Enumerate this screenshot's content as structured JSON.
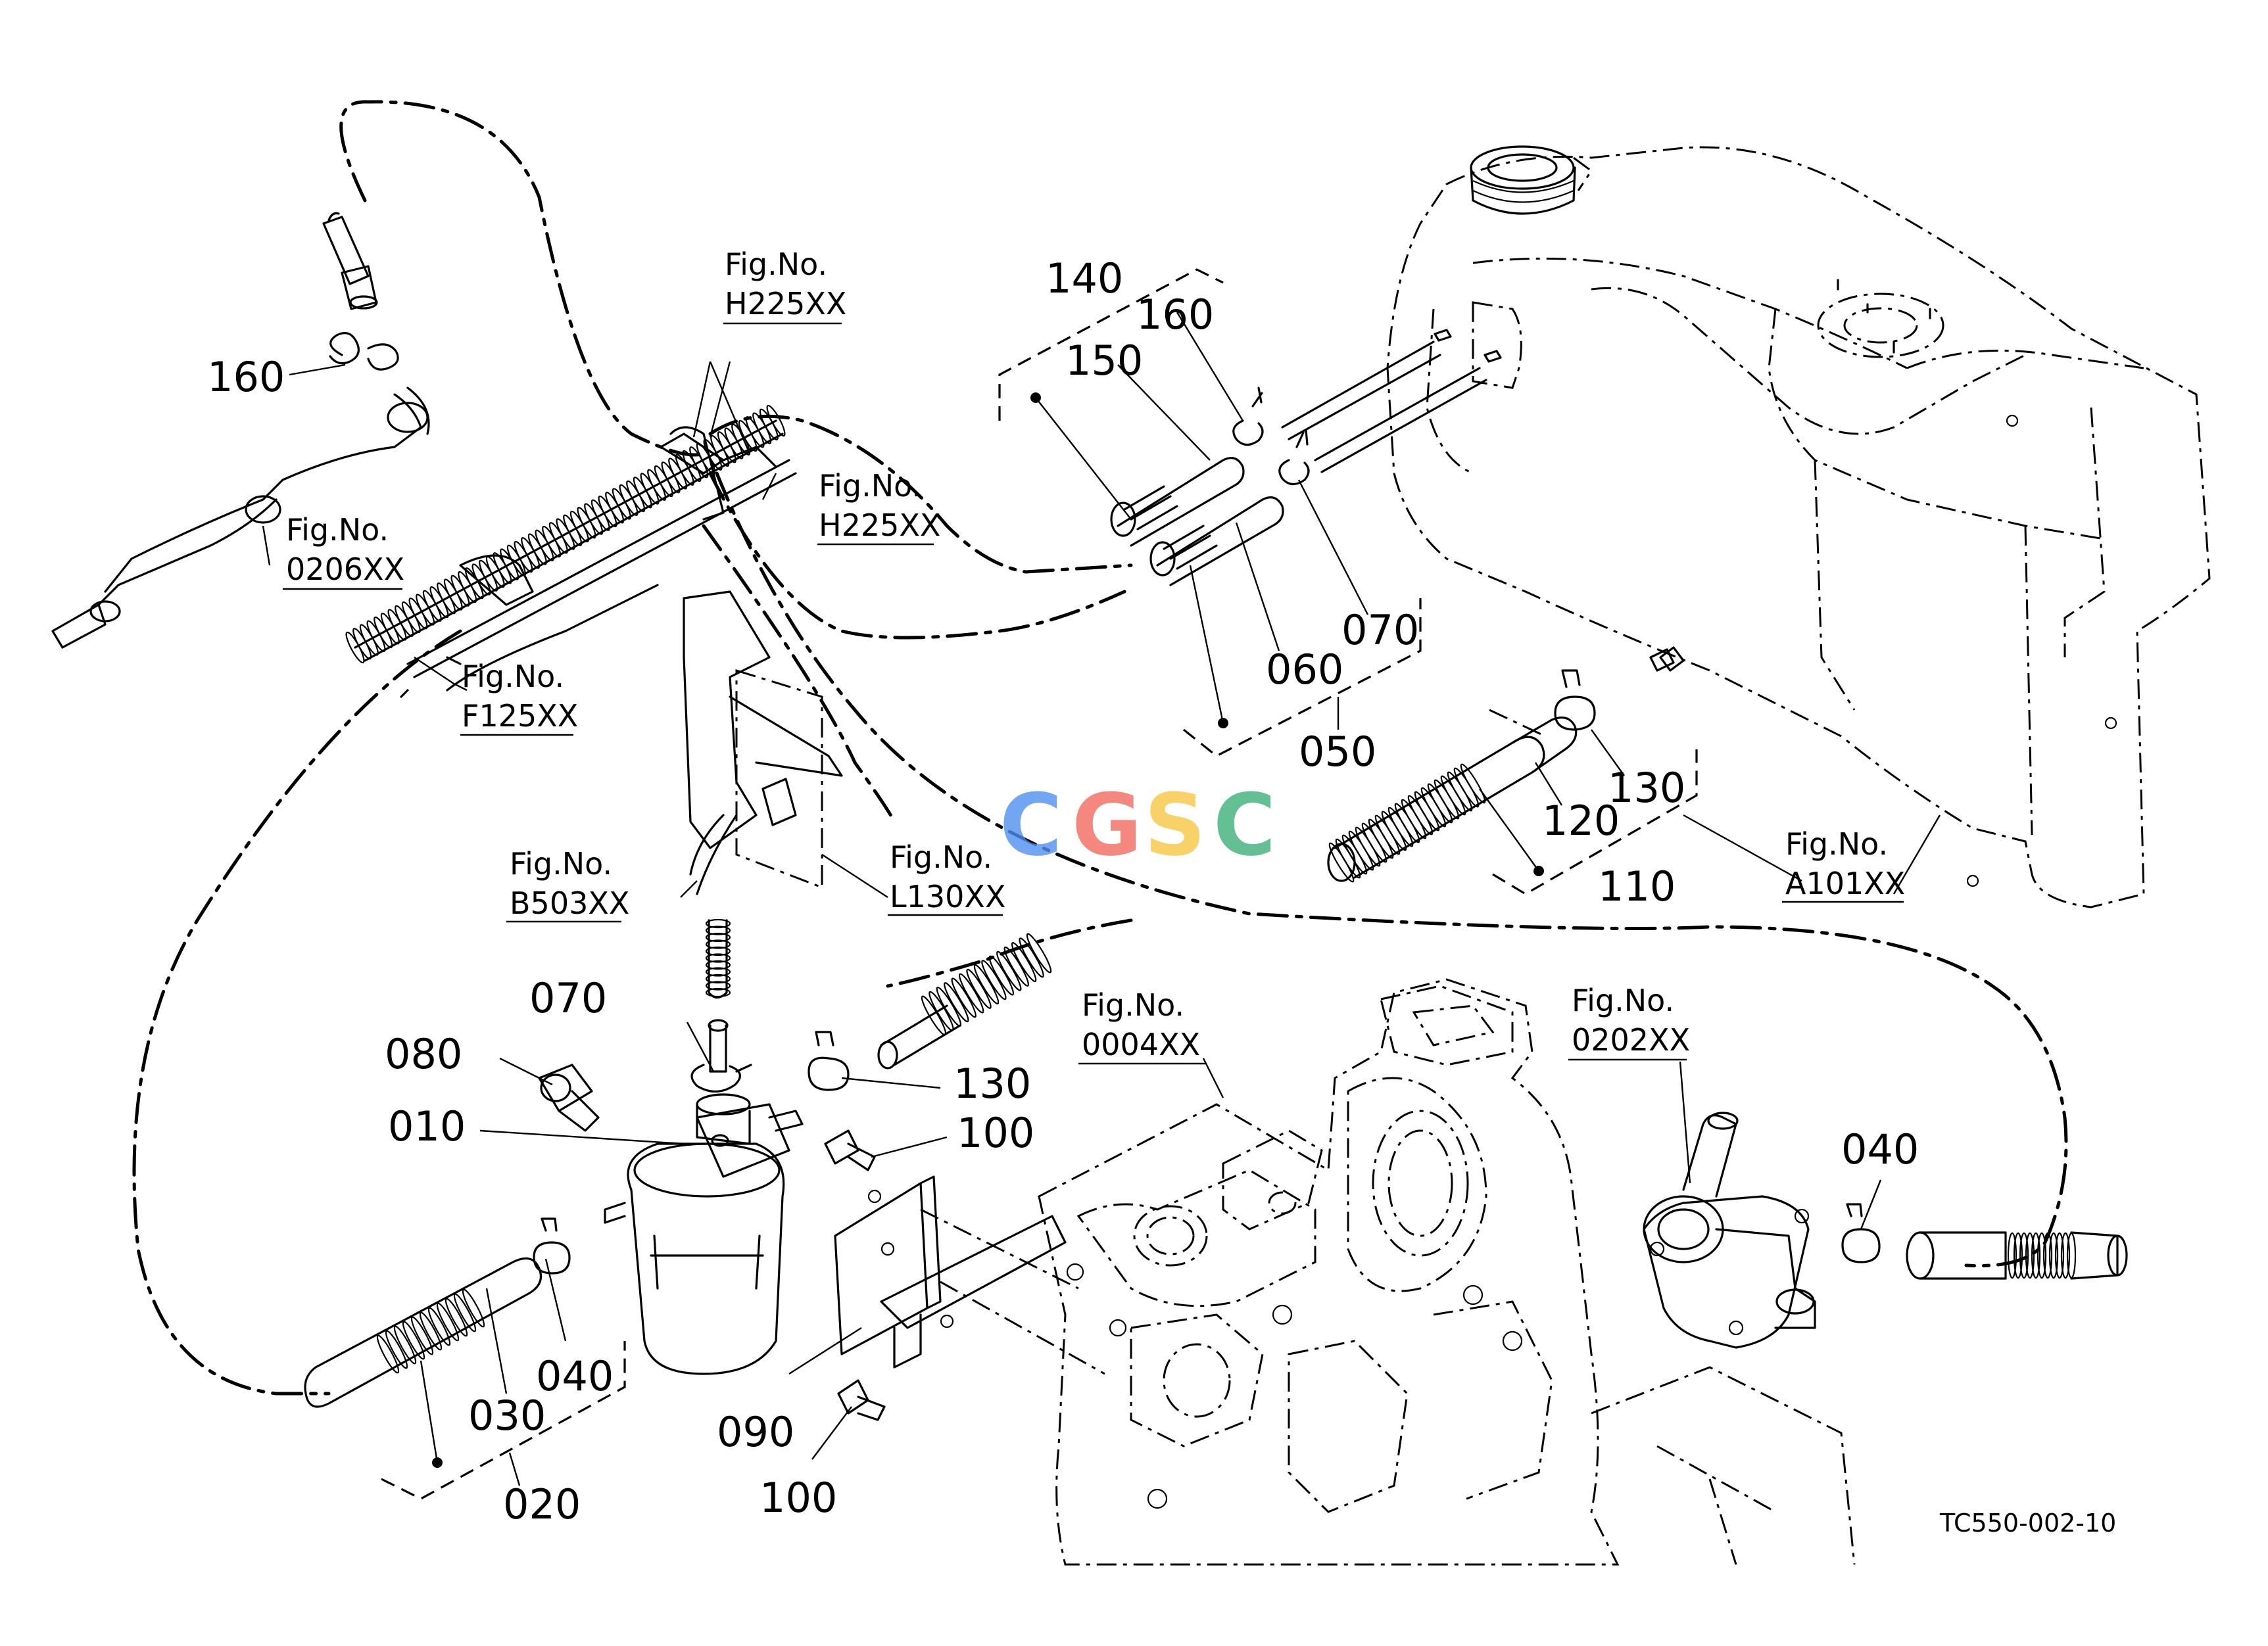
{
  "watermark": {
    "text": "CGSC",
    "colors": [
      "#4f8ff0",
      "#f26b5e",
      "#f7c743",
      "#3fb07a"
    ]
  },
  "drawing_code": "TC550-002-10",
  "part_numbers": {
    "p160_left": "160",
    "p140": "140",
    "p160_top": "160",
    "p150": "150",
    "p070_top": "070",
    "p060": "060",
    "p050": "050",
    "p130_right": "130",
    "p120": "120",
    "p110": "110",
    "p070_left": "070",
    "p080": "080",
    "p010": "010",
    "p130_mid": "130",
    "p100_top": "100",
    "p040_left": "040",
    "p030": "030",
    "p020": "020",
    "p090": "090",
    "p100_bottom": "100",
    "p040_right": "040"
  },
  "figure_refs": {
    "heading": "Fig.No.",
    "h225_top": "H225XX",
    "h225_mid": "H225XX",
    "r0206": "0206XX",
    "f125": "F125XX",
    "b503": "B503XX",
    "l130": "L130XX",
    "r0004": "0004XX",
    "r0202": "0202XX",
    "a101": "A101XX"
  }
}
